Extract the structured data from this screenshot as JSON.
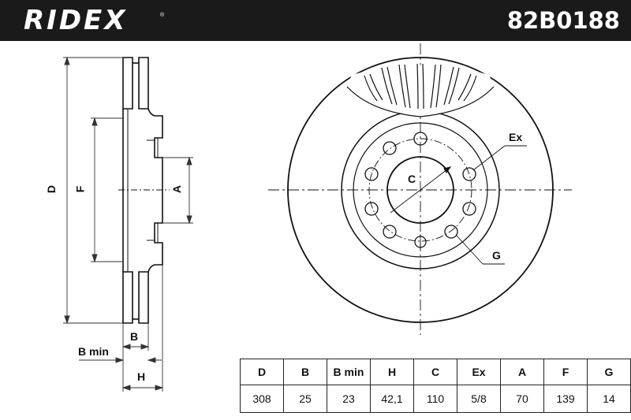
{
  "header": {
    "brand": "RIDEX",
    "part_number": "82B0188"
  },
  "labels": {
    "d": "D",
    "f": "F",
    "a": "A",
    "b": "B",
    "b_min": "B min",
    "h": "H",
    "c": "C",
    "ex": "Ex",
    "g": "G"
  },
  "spec_table": {
    "headers": [
      "D",
      "B",
      "B min",
      "H",
      "C",
      "Ex",
      "A",
      "F",
      "G"
    ],
    "values": [
      "308",
      "25",
      "23",
      "42,1",
      "110",
      "5/8",
      "70",
      "139",
      "14"
    ]
  },
  "colors": {
    "header_bg": "#1a1a1a",
    "line": "#111111"
  }
}
